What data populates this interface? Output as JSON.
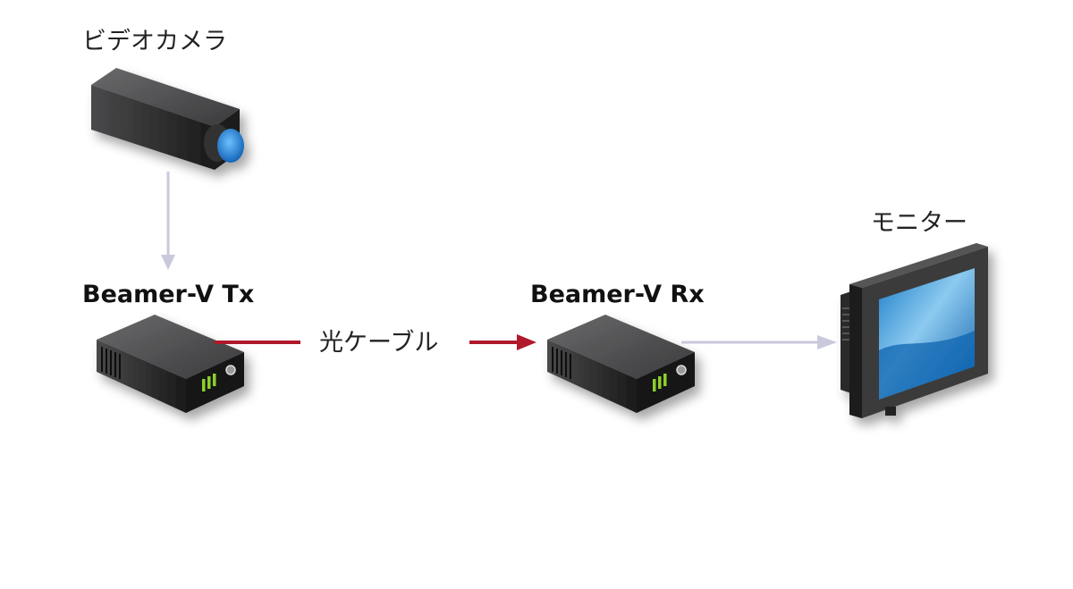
{
  "labels": {
    "camera": "ビデオカメラ",
    "tx": "Beamer-V Tx",
    "rx": "Beamer-V Rx",
    "cable": "光ケーブル",
    "monitor": "モニター"
  },
  "colors": {
    "fiber_arrow": "#b0192b",
    "signal_arrow": "#c9c9dd",
    "lens": "#2a8ee0",
    "screen": "#1e88d0"
  }
}
